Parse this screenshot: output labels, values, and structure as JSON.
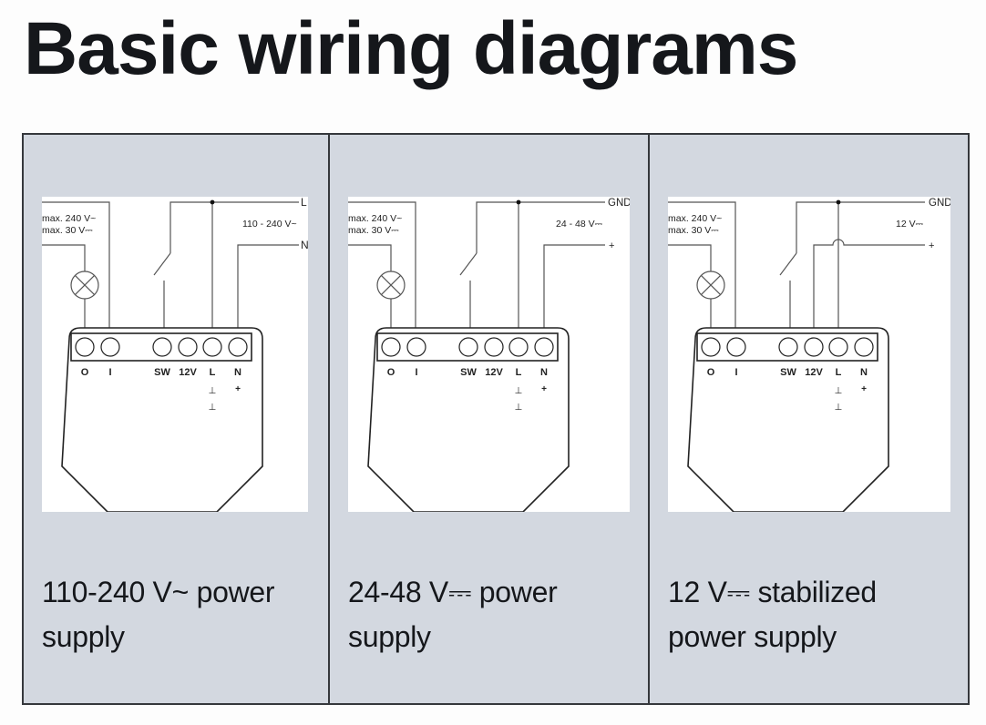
{
  "page": {
    "title": "Basic wiring diagrams"
  },
  "diagrams": [
    {
      "caption_line1": "110-240 V~ power",
      "caption_line2": "supply",
      "load_rating_line1": "max. 240 V~",
      "load_rating_line2": "max. 30 V⎓",
      "supply_label": "110 - 240 V~",
      "line_top_label": "L",
      "line_bottom_label": "N",
      "terminals": [
        "O",
        "I",
        "SW",
        "12V",
        "L",
        "N"
      ],
      "l_sub_symbols": [
        "⊥",
        "⊥"
      ],
      "n_sub_symbol": "+"
    },
    {
      "caption_line1": "24-48 V⎓ power",
      "caption_line2": "supply",
      "load_rating_line1": "max. 240 V~",
      "load_rating_line2": "max. 30 V⎓",
      "supply_label": "24 - 48 V⎓",
      "line_top_label": "GND",
      "line_bottom_label": "+",
      "terminals": [
        "O",
        "I",
        "SW",
        "12V",
        "L",
        "N"
      ],
      "l_sub_symbols": [
        "⊥",
        "⊥"
      ],
      "n_sub_symbol": "+"
    },
    {
      "caption_line1": "12 V⎓ stabilized",
      "caption_line2": "power supply",
      "load_rating_line1": "max. 240 V~",
      "load_rating_line2": "max. 30 V⎓",
      "supply_label": "12 V⎓",
      "line_top_label": "GND",
      "line_bottom_label": "+",
      "terminals": [
        "O",
        "I",
        "SW",
        "12V",
        "L",
        "N"
      ],
      "l_sub_symbols": [
        "⊥",
        "⊥"
      ],
      "n_sub_symbol": "+"
    }
  ]
}
